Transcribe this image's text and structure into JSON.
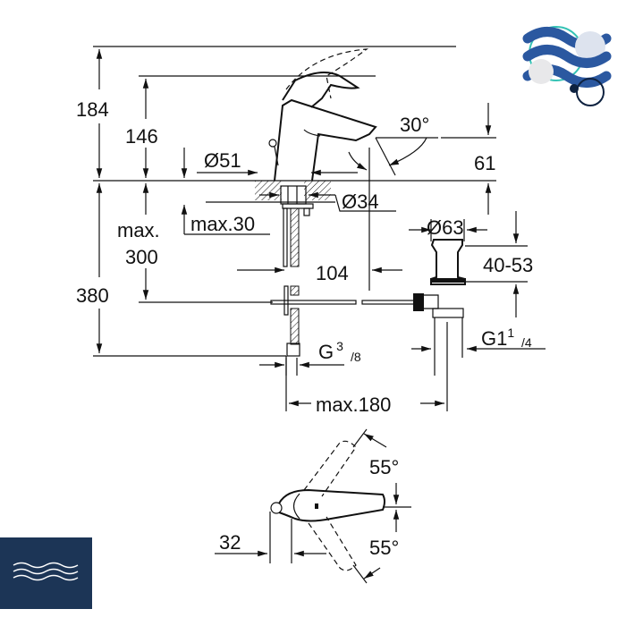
{
  "drawing": {
    "elevation_dimensions": {
      "total_height": "184",
      "spout_height": "146",
      "base_diameter": "Ø51",
      "max_thickness": "max.30",
      "shank_diameter": "Ø34",
      "max_label": "max.",
      "max_depth": "300",
      "depth_total": "380",
      "spout_reach": "104",
      "spout_angle": "30°",
      "spout_outlet_height": "61",
      "waste_diameter": "Ø63",
      "waste_range": "40-53",
      "waste_thread_main": "G1",
      "waste_thread_num": "1",
      "waste_thread_den": "4",
      "supply_thread_main": "G",
      "supply_thread_num": "3",
      "supply_thread_den": "8",
      "max_distance": "max.180"
    },
    "plan_dimensions": {
      "offset": "32",
      "lever_angle_left": "55°",
      "lever_angle_right": "55°"
    }
  },
  "colors": {
    "logo_background": "#1c3556",
    "logo_wave": "#2b58a0"
  },
  "icons": {
    "top_logo": "water-waves-icon",
    "bottom_logo": "water-waves-icon"
  }
}
